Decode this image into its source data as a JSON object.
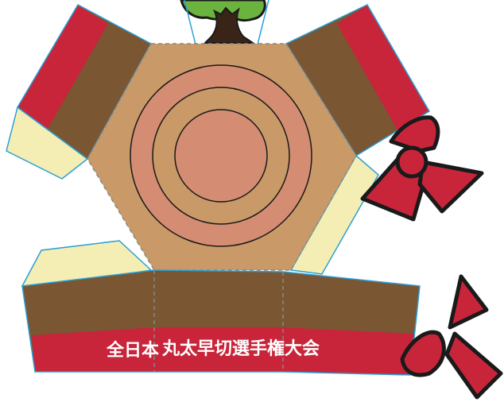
{
  "banner": {
    "segments": [
      "全日本",
      "丸太早切選手権",
      "大会"
    ]
  },
  "colors": {
    "wood_brown": "#7a5632",
    "ribbon_red": "#c8253a",
    "hexagon_tan": "#c99a68",
    "ring_salmon": "#d48c72",
    "glue_tab_cream": "#f4eeb4",
    "outline_cyan": "#2a9fd6",
    "tree_green": "#6ab33e",
    "trunk_dark": "#3a2418",
    "fold_line": "#888888"
  },
  "icons": {
    "tree": "tree-icon",
    "bow_right": "bow-icon",
    "bow_bottom_right": "bow-icon"
  }
}
